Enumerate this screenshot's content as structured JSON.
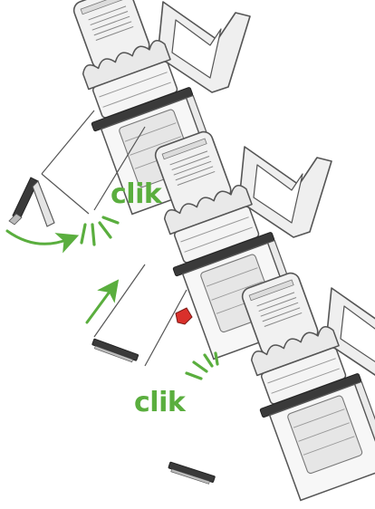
{
  "steps": [
    {
      "label": "clik"
    },
    {
      "label": "clik"
    }
  ],
  "colors": {
    "accent": "#5aae3e",
    "line": "#555555",
    "body": "#f2f2f2",
    "shade": "#d8d8d8",
    "dark": "#333333",
    "release_button": "#d9302b"
  },
  "icons": [
    "arrow-icon",
    "clik-burst-icon",
    "red-release-button"
  ]
}
